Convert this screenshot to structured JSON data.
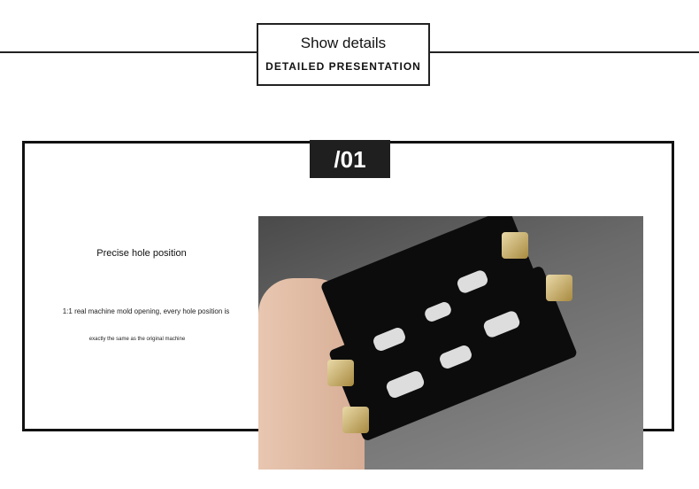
{
  "header": {
    "title": "Show details",
    "subtitle": "DETAILED PRESENTATION"
  },
  "section": {
    "number": "/01",
    "title": "Precise hole position",
    "desc_line1": "1:1 real machine mold opening, every hole position is",
    "desc_line2": "exactly the same as the original machine"
  }
}
